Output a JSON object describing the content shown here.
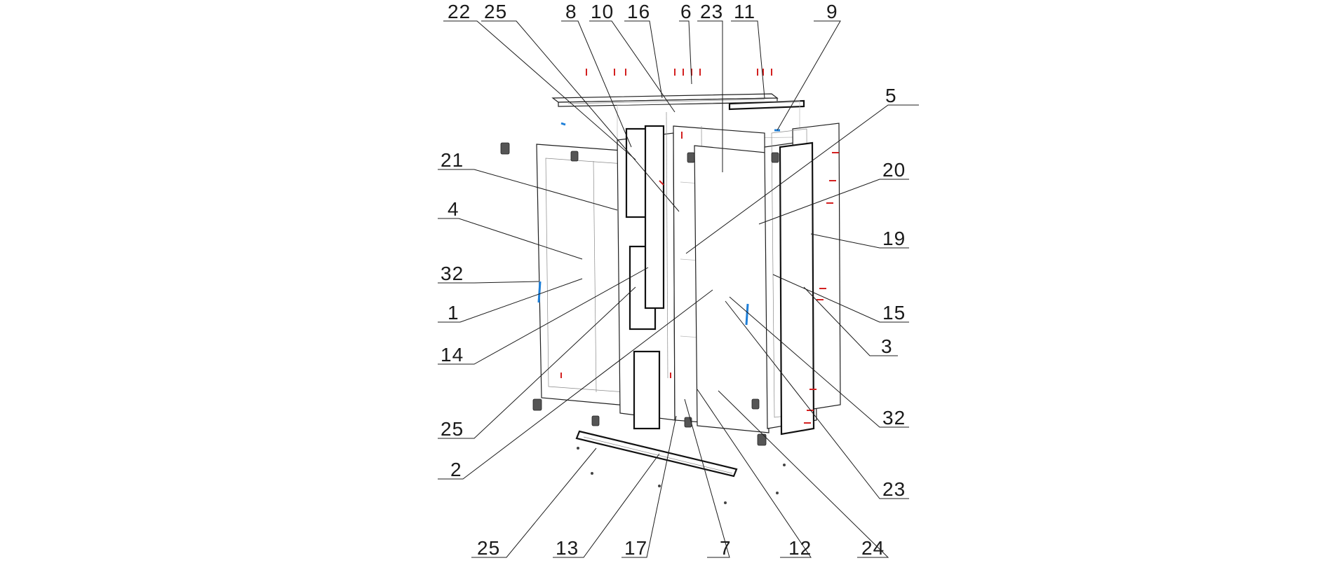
{
  "diagram": {
    "type": "exploded-assembly",
    "colors": {
      "lines": "#1f1f1f",
      "hidden_lines": "#b8b8b8",
      "screws": "#d32020",
      "clips": "#1e7fd8",
      "background": "#ffffff"
    },
    "callouts": [
      {
        "id": "c22a",
        "label": "22"
      },
      {
        "id": "c25a",
        "label": "25"
      },
      {
        "id": "c8",
        "label": "8"
      },
      {
        "id": "c10",
        "label": "10"
      },
      {
        "id": "c16",
        "label": "16"
      },
      {
        "id": "c6",
        "label": "6"
      },
      {
        "id": "c23a",
        "label": "23"
      },
      {
        "id": "c11",
        "label": "11"
      },
      {
        "id": "c9",
        "label": "9"
      },
      {
        "id": "c5",
        "label": "5"
      },
      {
        "id": "c20",
        "label": "20"
      },
      {
        "id": "c19",
        "label": "19"
      },
      {
        "id": "c21",
        "label": "21"
      },
      {
        "id": "c4",
        "label": "4"
      },
      {
        "id": "c32a",
        "label": "32"
      },
      {
        "id": "c1",
        "label": "1"
      },
      {
        "id": "c14",
        "label": "14"
      },
      {
        "id": "c15",
        "label": "15"
      },
      {
        "id": "c3",
        "label": "3"
      },
      {
        "id": "c32b",
        "label": "32"
      },
      {
        "id": "c25b",
        "label": "25"
      },
      {
        "id": "c2",
        "label": "2"
      },
      {
        "id": "c23b",
        "label": "23"
      },
      {
        "id": "c25c",
        "label": "25"
      },
      {
        "id": "c13",
        "label": "13"
      },
      {
        "id": "c17",
        "label": "17"
      },
      {
        "id": "c7",
        "label": "7"
      },
      {
        "id": "c12",
        "label": "12"
      },
      {
        "id": "c24",
        "label": "24"
      }
    ]
  }
}
